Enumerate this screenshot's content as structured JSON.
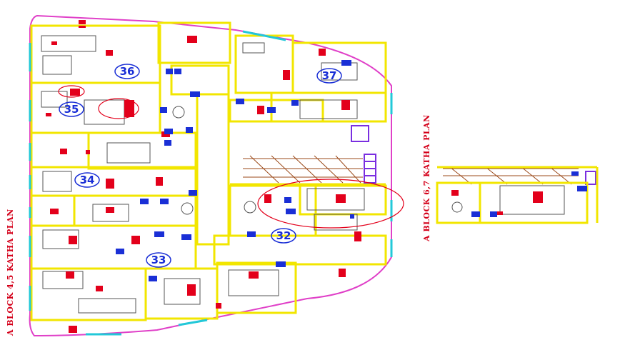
{
  "drawing": {
    "units": [
      {
        "number": "36"
      },
      {
        "number": "35"
      },
      {
        "number": "34"
      },
      {
        "number": "33"
      },
      {
        "number": "32"
      },
      {
        "number": "37"
      }
    ],
    "left_side_label": "A BLOCK 4,5 KATHA PLAN",
    "right_side_label": "A BLOCK 6,7 KATHA PLAN",
    "colors": {
      "wall": "#f2e600",
      "furniture": "#555555",
      "room_label": "#e3001b",
      "door_tag": "#1a2fd6",
      "boundary": "#e040c8",
      "window": "#22c8d8",
      "stair": "#9b4a1a",
      "lift": "#7a2ee0",
      "highlight_circle": "#e3001b"
    }
  }
}
